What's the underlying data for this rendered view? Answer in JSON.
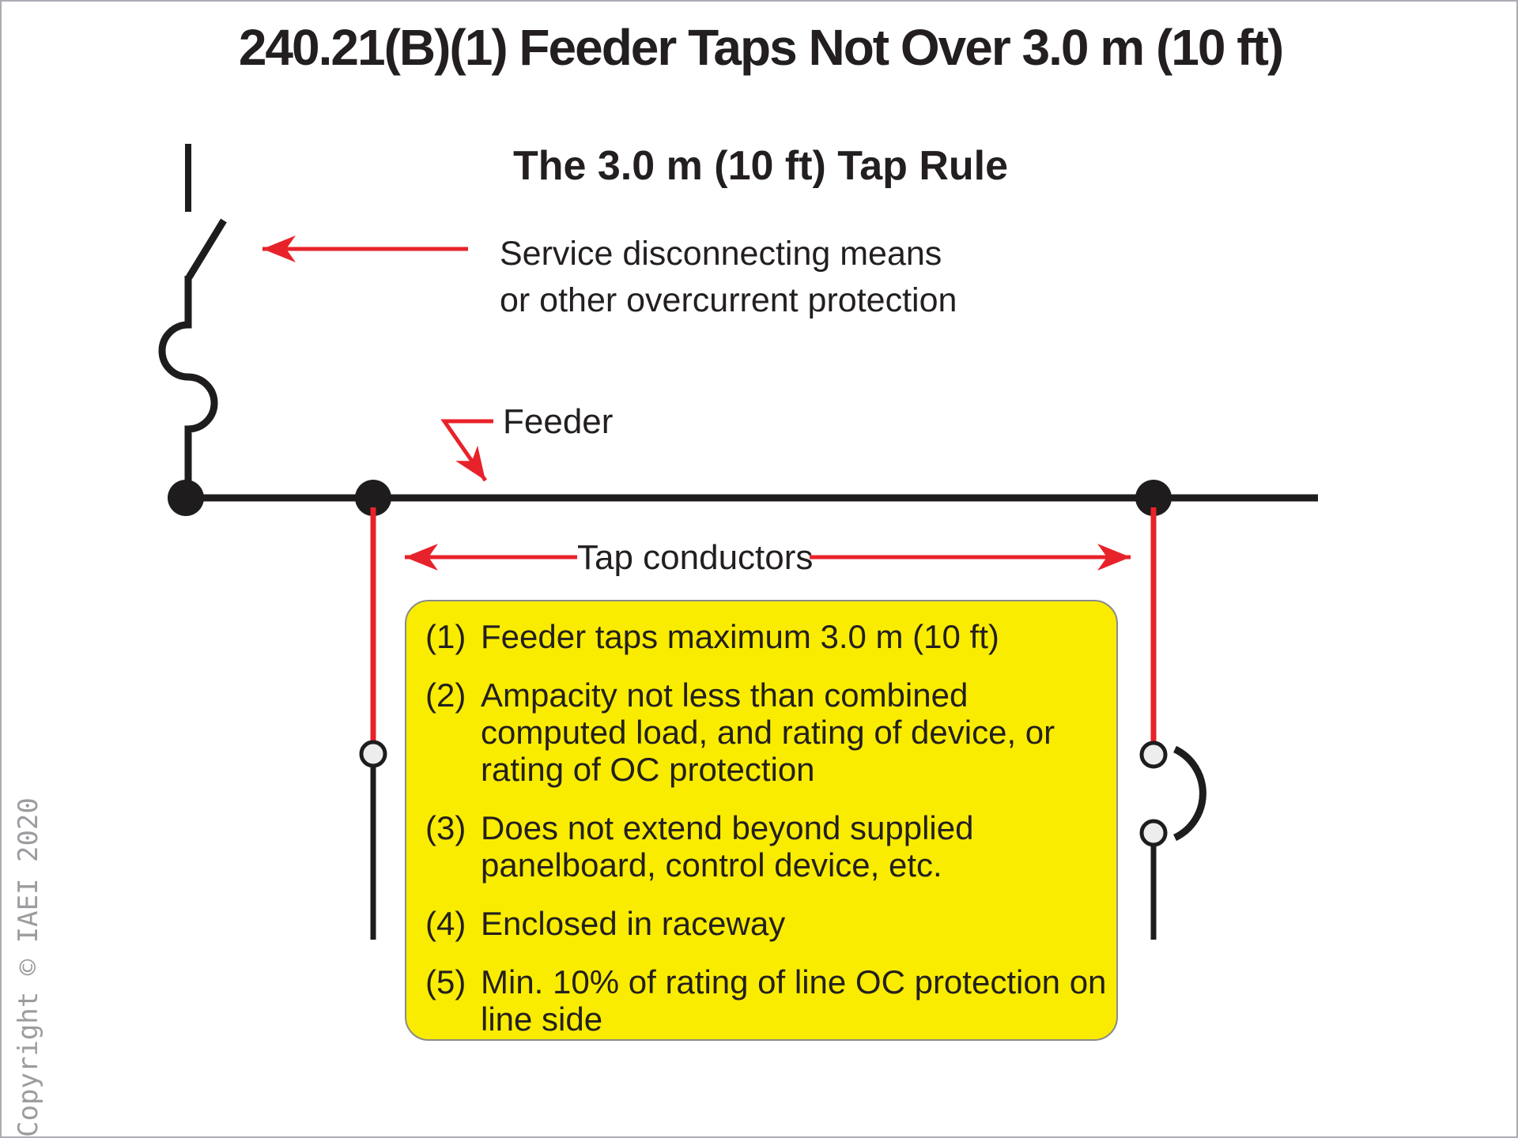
{
  "page": {
    "title": "240.21(B)(1) Feeder Taps Not Over 3.0 m (10 ft)",
    "subtitle": "The 3.0 m (10 ft) Tap Rule",
    "copyright": "Copyright © IAEI 2020"
  },
  "labels": {
    "service_disconnect": "Service disconnecting means\nor other overcurrent protection",
    "feeder": "Feeder",
    "tap_conductors": "Tap conductors"
  },
  "rules": {
    "items": [
      {
        "num": "(1)",
        "text": "Feeder taps maximum 3.0 m (10 ft)"
      },
      {
        "num": "(2)",
        "text": "Ampacity not less than combined\ncomputed load, and rating of device, or\nrating of OC protection"
      },
      {
        "num": "(3)",
        "text": "Does not extend beyond supplied\npanelboard, control device, etc."
      },
      {
        "num": "(4)",
        "text": "Enclosed in raceway"
      },
      {
        "num": "(5)",
        "text": "Min. 10% of rating of line OC protection on\nline side"
      }
    ]
  },
  "colors": {
    "accent_red": "#e8222a",
    "highlight_yellow": "#f9ec00",
    "line_black": "#1e1c1d",
    "terminal_fill": "#ededed",
    "copyright_gray": "#9c9ca0"
  }
}
